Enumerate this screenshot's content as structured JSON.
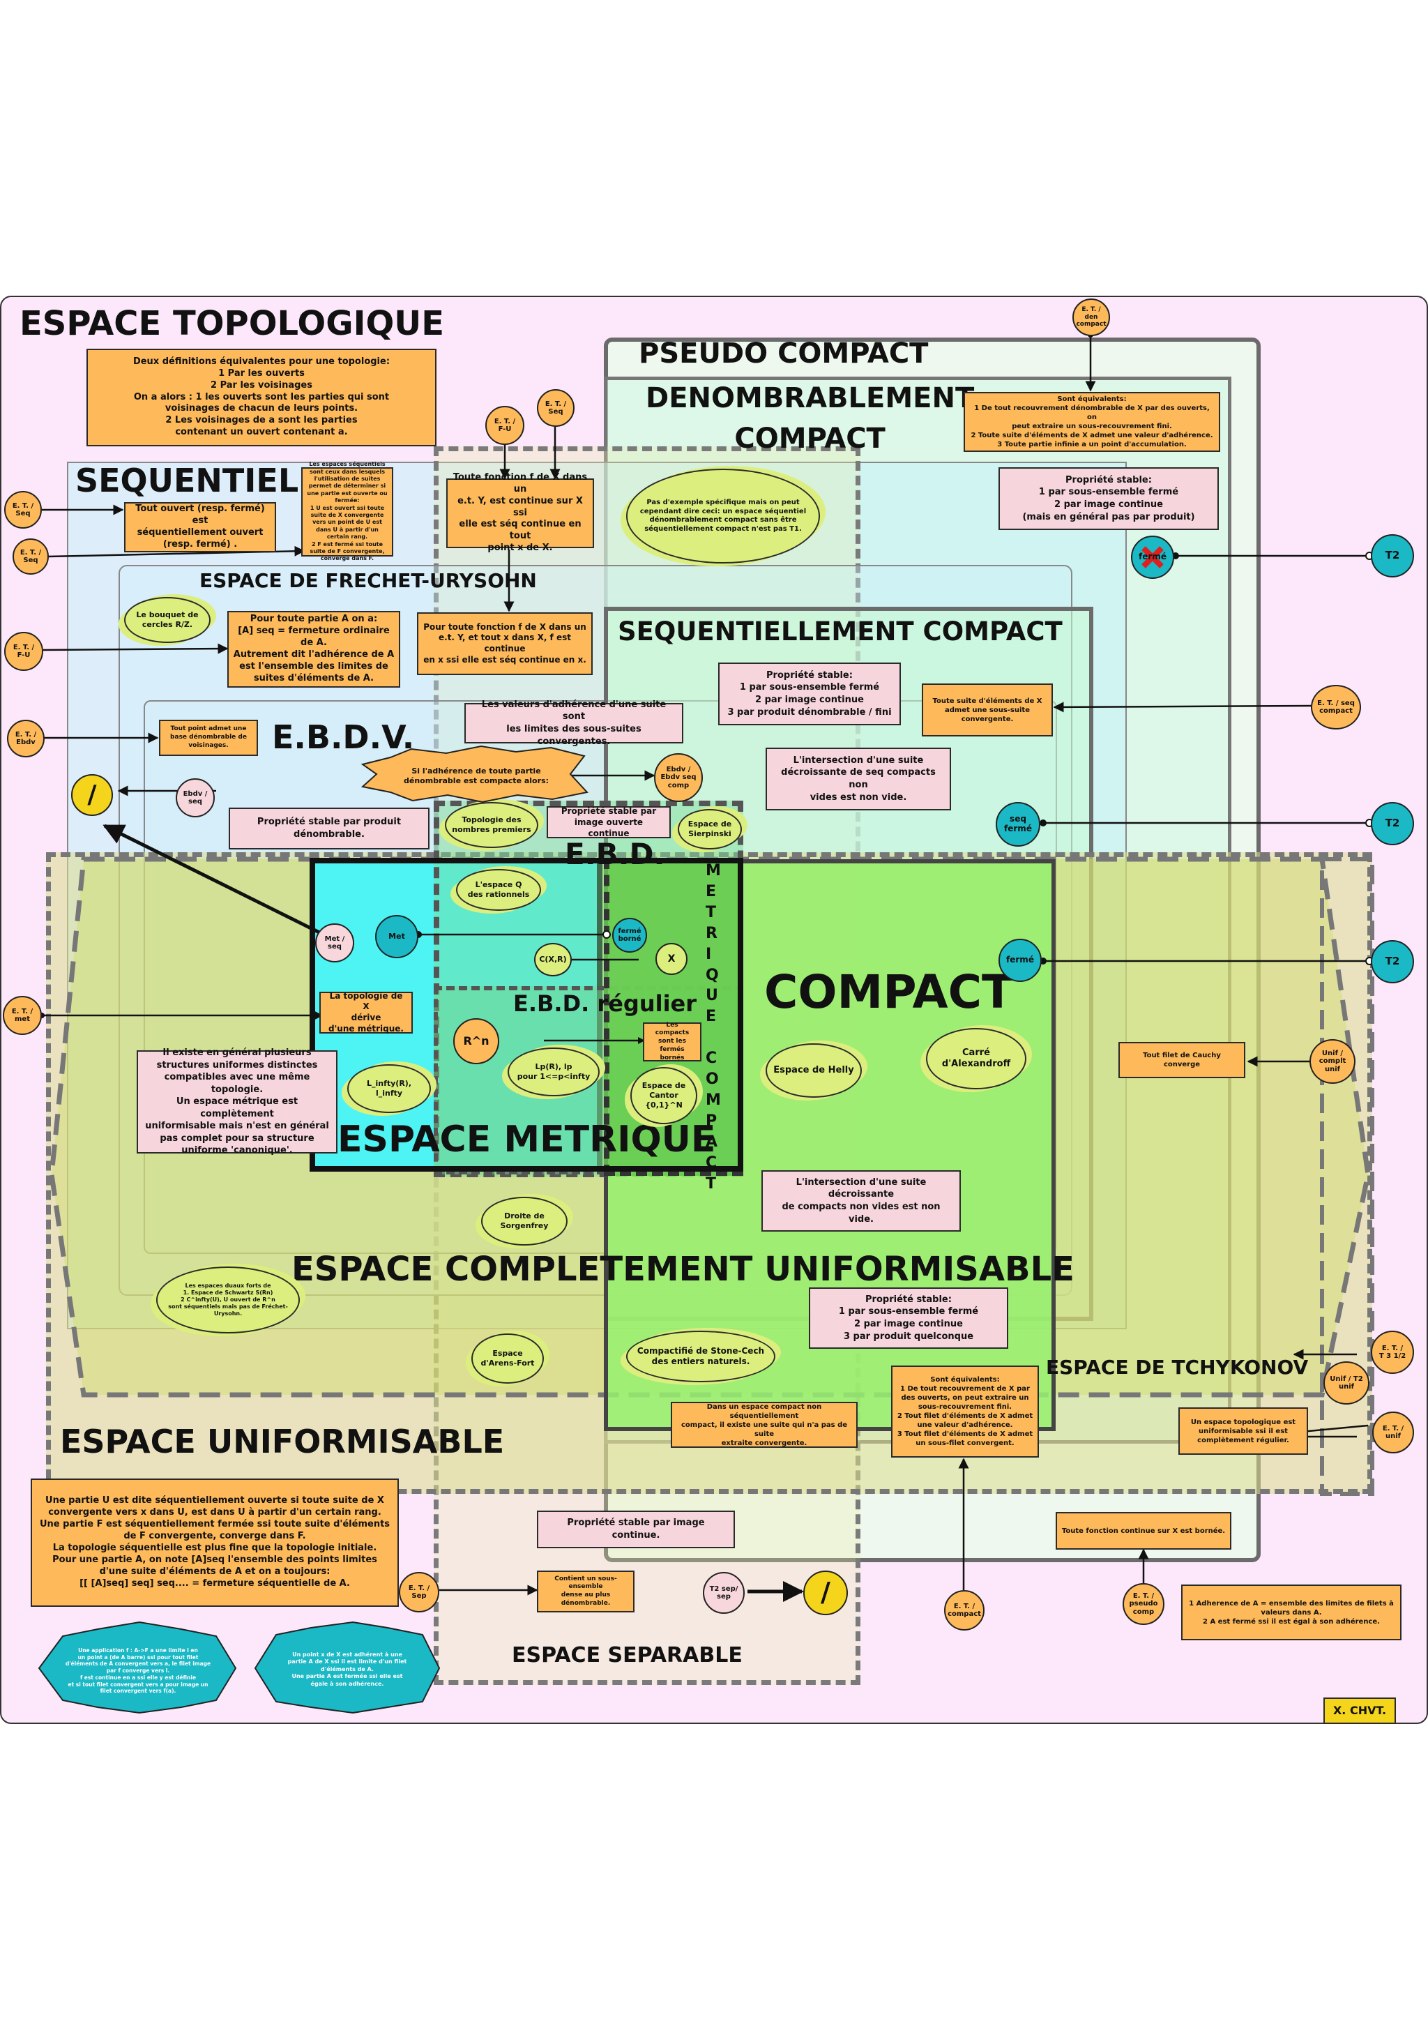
{
  "colors": {
    "page_bg": "#fde8fb",
    "topo_bg": "#fde8fb",
    "seq_bg": "#c9f3fb",
    "metric_bg": "#4cf4f4",
    "compact_bg": "#a5f08a",
    "uniform_bg": "#d9dd8f",
    "box_orange": "#fdb95a",
    "box_pink": "#f6d5dc",
    "circle_teal": "#1bb8c6",
    "cloud_green": "#dcef7e"
  },
  "titles": {
    "topo": "ESPACE TOPOLOGIQUE",
    "pseudo": "PSEUDO COMPACT",
    "denom": "DENOMBRABLEMENT\nCOMPACT",
    "seqsp": "SEQUENTIEL",
    "frechet": "ESPACE DE FRECHET-URYSOHN",
    "seqcomp": "SEQUENTIELLEMENT COMPACT",
    "ebdv": "E.B.D.V.",
    "ebd": "E.B.D.",
    "metcomp": "M\nE\nT\nR\nI\nQ\nU\nE\n\nC\nO\nM\nP\nA\nC\nT",
    "ebdreg": "E.B.D. régulier",
    "compact": "COMPACT",
    "metric": "ESPACE  METRIQUE",
    "compunif": "ESPACE COMPLETEMENT UNIFORMISABLE",
    "tchy": "ESPACE DE TCHYKONOV",
    "unif": "ESPACE UNIFORMISABLE",
    "separ": "ESPACE SEPARABLE",
    "author": "X. CHVT."
  },
  "boxes": {
    "topo_def": "Deux définitions équivalentes pour une topologie:\n1 Par les ouverts\n2 Par les voisinages\nOn a alors : 1 les ouverts sont les parties qui sont\nvoisinages de chacun de leurs points.\n2 Les voisinages de a sont les parties\ncontenant un ouvert contenant a.",
    "seq_note": "Les espaces séquentiels sont ceux dans lesquels l'utilisation de suites permet de déterminer si une partie est ouverte ou fermée:\n1 U est ouvert ssi toute suite de X convergente vers un point de U est dans U à partir d'un certain rang.\n2 F est fermé ssi toute suite de F convergente, converge dans F.",
    "seq_open": "Tout ouvert (resp. fermé) est\nséquentiellement ouvert\n(resp. fermé) .",
    "cont_seq": "Toute fonction f de X dans un\ne.t. Y, est continue sur X ssi\nelle est séq continue en tout\npoint x de X.",
    "fu_cont": "Pour toute fonction f de X dans un\ne.t. Y, et tout x dans X, f est continue\nen x ssi elle est séq continue en x.",
    "fu_adh": "Pour toute partie A on a:\n[A] seq = fermeture ordinaire de A.\nAutrement dit l'adhérence de A\nest l'ensemble des limites de\nsuites d'éléments de A.",
    "pt_base": "Tout point admet une\nbase dénombrable de\nvoisinages.",
    "adh_suite": "Les valeurs d'adhérence d'une suite sont\nles limites des sous-suites convergentes.",
    "prod_denom": "Propriété stable par produit\ndénombrable.",
    "stable_ouv": "Propriété stable par\nimage ouverte continue",
    "metric_topo": "La topologie de X\ndérive\nd'une métrique.",
    "uniform_note": "Il existe en général plusieurs\nstructures uniformes distinctes\ncompatibles avec une même topologie.\nUn espace métrique est complètement\nuniformisable mais n'est en général\npas complet pour sa structure\nuniforme 'canonique'.",
    "compacts_fermes": "Les compacts\nsont les fermés\nbornés",
    "pseudo_equiv": "Sont équivalents:\n1 De tout recouvrement dénombrable de X par des ouverts, on\npeut extraire un sous-recouvrement fini.\n2 Toute suite d'éléments de X admet une valeur d'adhérence.\n3 Toute partie infinie a un point d'accumulation.",
    "pseudo_stable": "Propriété stable:\n1 par sous-ensemble fermé\n2 par image continue\n(mais en général pas par produit)",
    "seqc_stable": "Propriété stable:\n1 par sous-ensemble fermé\n2 par image continue\n3 par produit dénombrable / fini",
    "seqc_sub": "Toute suite d'éléments de X\nadmet une sous-suite\nconvergente.",
    "seqc_inter": "L'intersection d'une suite\ndécroissante de seq compacts non\nvides est non vide.",
    "cauchy": "Tout filet de Cauchy converge",
    "comp_inter": "L'intersection d'une suite décroissante\nde compacts non vides est non vide.",
    "comp_stable": "Propriété stable:\n1 par sous-ensemble fermé\n2 par image continue\n3 par produit quelconque",
    "comp_equiv": "Sont équivalents:\n1 De tout recouvrement de X par\ndes ouverts, on peut extraire un\nsous-recouvrement fini.\n2 Tout filet d'éléments de X admet\nune valeur d'adhérence.\n3 Tout filet d'éléments de X admet\nun sous-filet convergent.",
    "comp_nonseq": "Dans un espace compact non séquentiellement\ncompact, il existe une suite qui n'a pas de suite\nextraite convergente.",
    "tchy_reg": "Un espace topologique est\nuniformisable ssi il est\ncomplètement régulier.",
    "stable_img": "Propriété stable par image continue.",
    "fonc_bornee": "Toute fonction continue sur X est bornée.",
    "filets": "1 Adherence de A = ensemble des limites de filets à\nvaleurs dans A.\n2 A est fermé ssi il est égal à son adhérence.",
    "sep_dense": "Contient un sous-ensemble\ndense au plus\ndénombrable.",
    "unif_seq": "Une partie U est dite séquentiellement ouverte si toute suite de  X\nconvergente vers x dans U, est dans U à partir  d'un certain rang.\nUne partie F est séquentiellement fermée ssi  toute suite d'éléments\nde F convergente, converge dans F.\nLa topologie séquentielle est plus fine que la topologie initiale.\nPour une partie A, on note [A]seq l'ensemble des points limites\nd'une suite d'éléments de A et on a toujours:\n[[ [A]seq] seq] seq.... = fermeture séquentielle de A."
  },
  "clouds": {
    "pas_ex": "Pas d'exemple spécifique mais on peut\ncependant dire ceci: un espace séquentiel\ndénombrablement compact sans être\nséquentiellement compact n'est pas T1.",
    "bouquet": "Le bouquet de\ncercles R/Z.",
    "topo_prem": "Topologie des\nnombres premiers",
    "sierpinski": "Espace de\nSierpinski",
    "espace_q": "L'espace Q\ndes rationnels",
    "linfty": "L_infty(R),\nl_infty",
    "lp": "Lp(R), lp\npour 1<=p<infty",
    "cantor": "Espace de\nCantor\n{0,1}^N",
    "helly": "Espace de Helly",
    "alexandroff": "Carré\nd'Alexandroff",
    "sorgenfrey": "Droite de\nSorgenfrey",
    "duaux": "Les espaces duaux forts de\n1. Espace de Schwartz S(Rn)\n2 C^infty(U), U ouvert de R^n\nsont séquentiels mais pas de Fréchet-\nUrysohn.",
    "arens": "Espace\nd'Arens-Fort",
    "stone": "Compactifié de Stone-Cech\ndes entiers naturels."
  },
  "stars": {
    "adh_comp": "Si l'adhérence de toute partie\ndénombrable est compacte alors:",
    "app_f": "Une application f : A->F a une limite l en\nun point a (de A barre) ssi pour tout filet\nd'éléments de A convergent vers a, le filet image\npar f converge vers l.\nf est continue en a ssi elle y est définie\net si tout filet convergent vers a pour image un\nfilet convergent vers f(a).",
    "point_x": "Un point x de X est adhérent à une\npartie A de X ssi il est limite d'un filet\nd'éléments de A.\nUne partie A est fermée ssi elle est\négale à son adhérence."
  },
  "circles": {
    "et_seq1": "E. T. /\nSeq",
    "et_seq2": "E. T. /\nSeq",
    "et_fu": "E. T. /\nF-U",
    "et_ebdv": "E. T. /\nEbdv",
    "et_met": "E. T. /\nmet",
    "et_fu_top": "E. T. /\nF-U",
    "et_seq_top": "E. T. /\nSeq",
    "et_den": "E. T. /\nden\ncompact",
    "et_seqcompact": "E. T. / seq\ncompact",
    "t2_a": "T2",
    "t2_b": "T2",
    "t2_c": "T2",
    "ferme_x": "fermé",
    "seq_ferme": "seq\nfermé",
    "ferme_comp": "fermé",
    "unif_complt": "Unif /\ncomplt\nunif",
    "et_t312": "E. T. /\nT 3 1/2",
    "unif_t2": "Unif / T2\nunif",
    "et_unif": "E. T. /\nunif",
    "et_compact": "E. T. /\ncompact",
    "et_pseudo": "E. T. /\npseudo\ncomp",
    "et_sep": "E. T. /\nSep",
    "t2_sep": "T2 sep/\nsep",
    "ebdv_seq": "Ebdv /\nseq",
    "ebdv_ebdv": "Ebdv /\nEbdv seq\ncomp",
    "met_seq": "Met /\nseq",
    "met": "Met",
    "ferme_borne": "fermé\nborné",
    "x": "X",
    "cxr": "C(X,R)",
    "rn": "R^n",
    "slash1": "/",
    "slash2": "/"
  }
}
